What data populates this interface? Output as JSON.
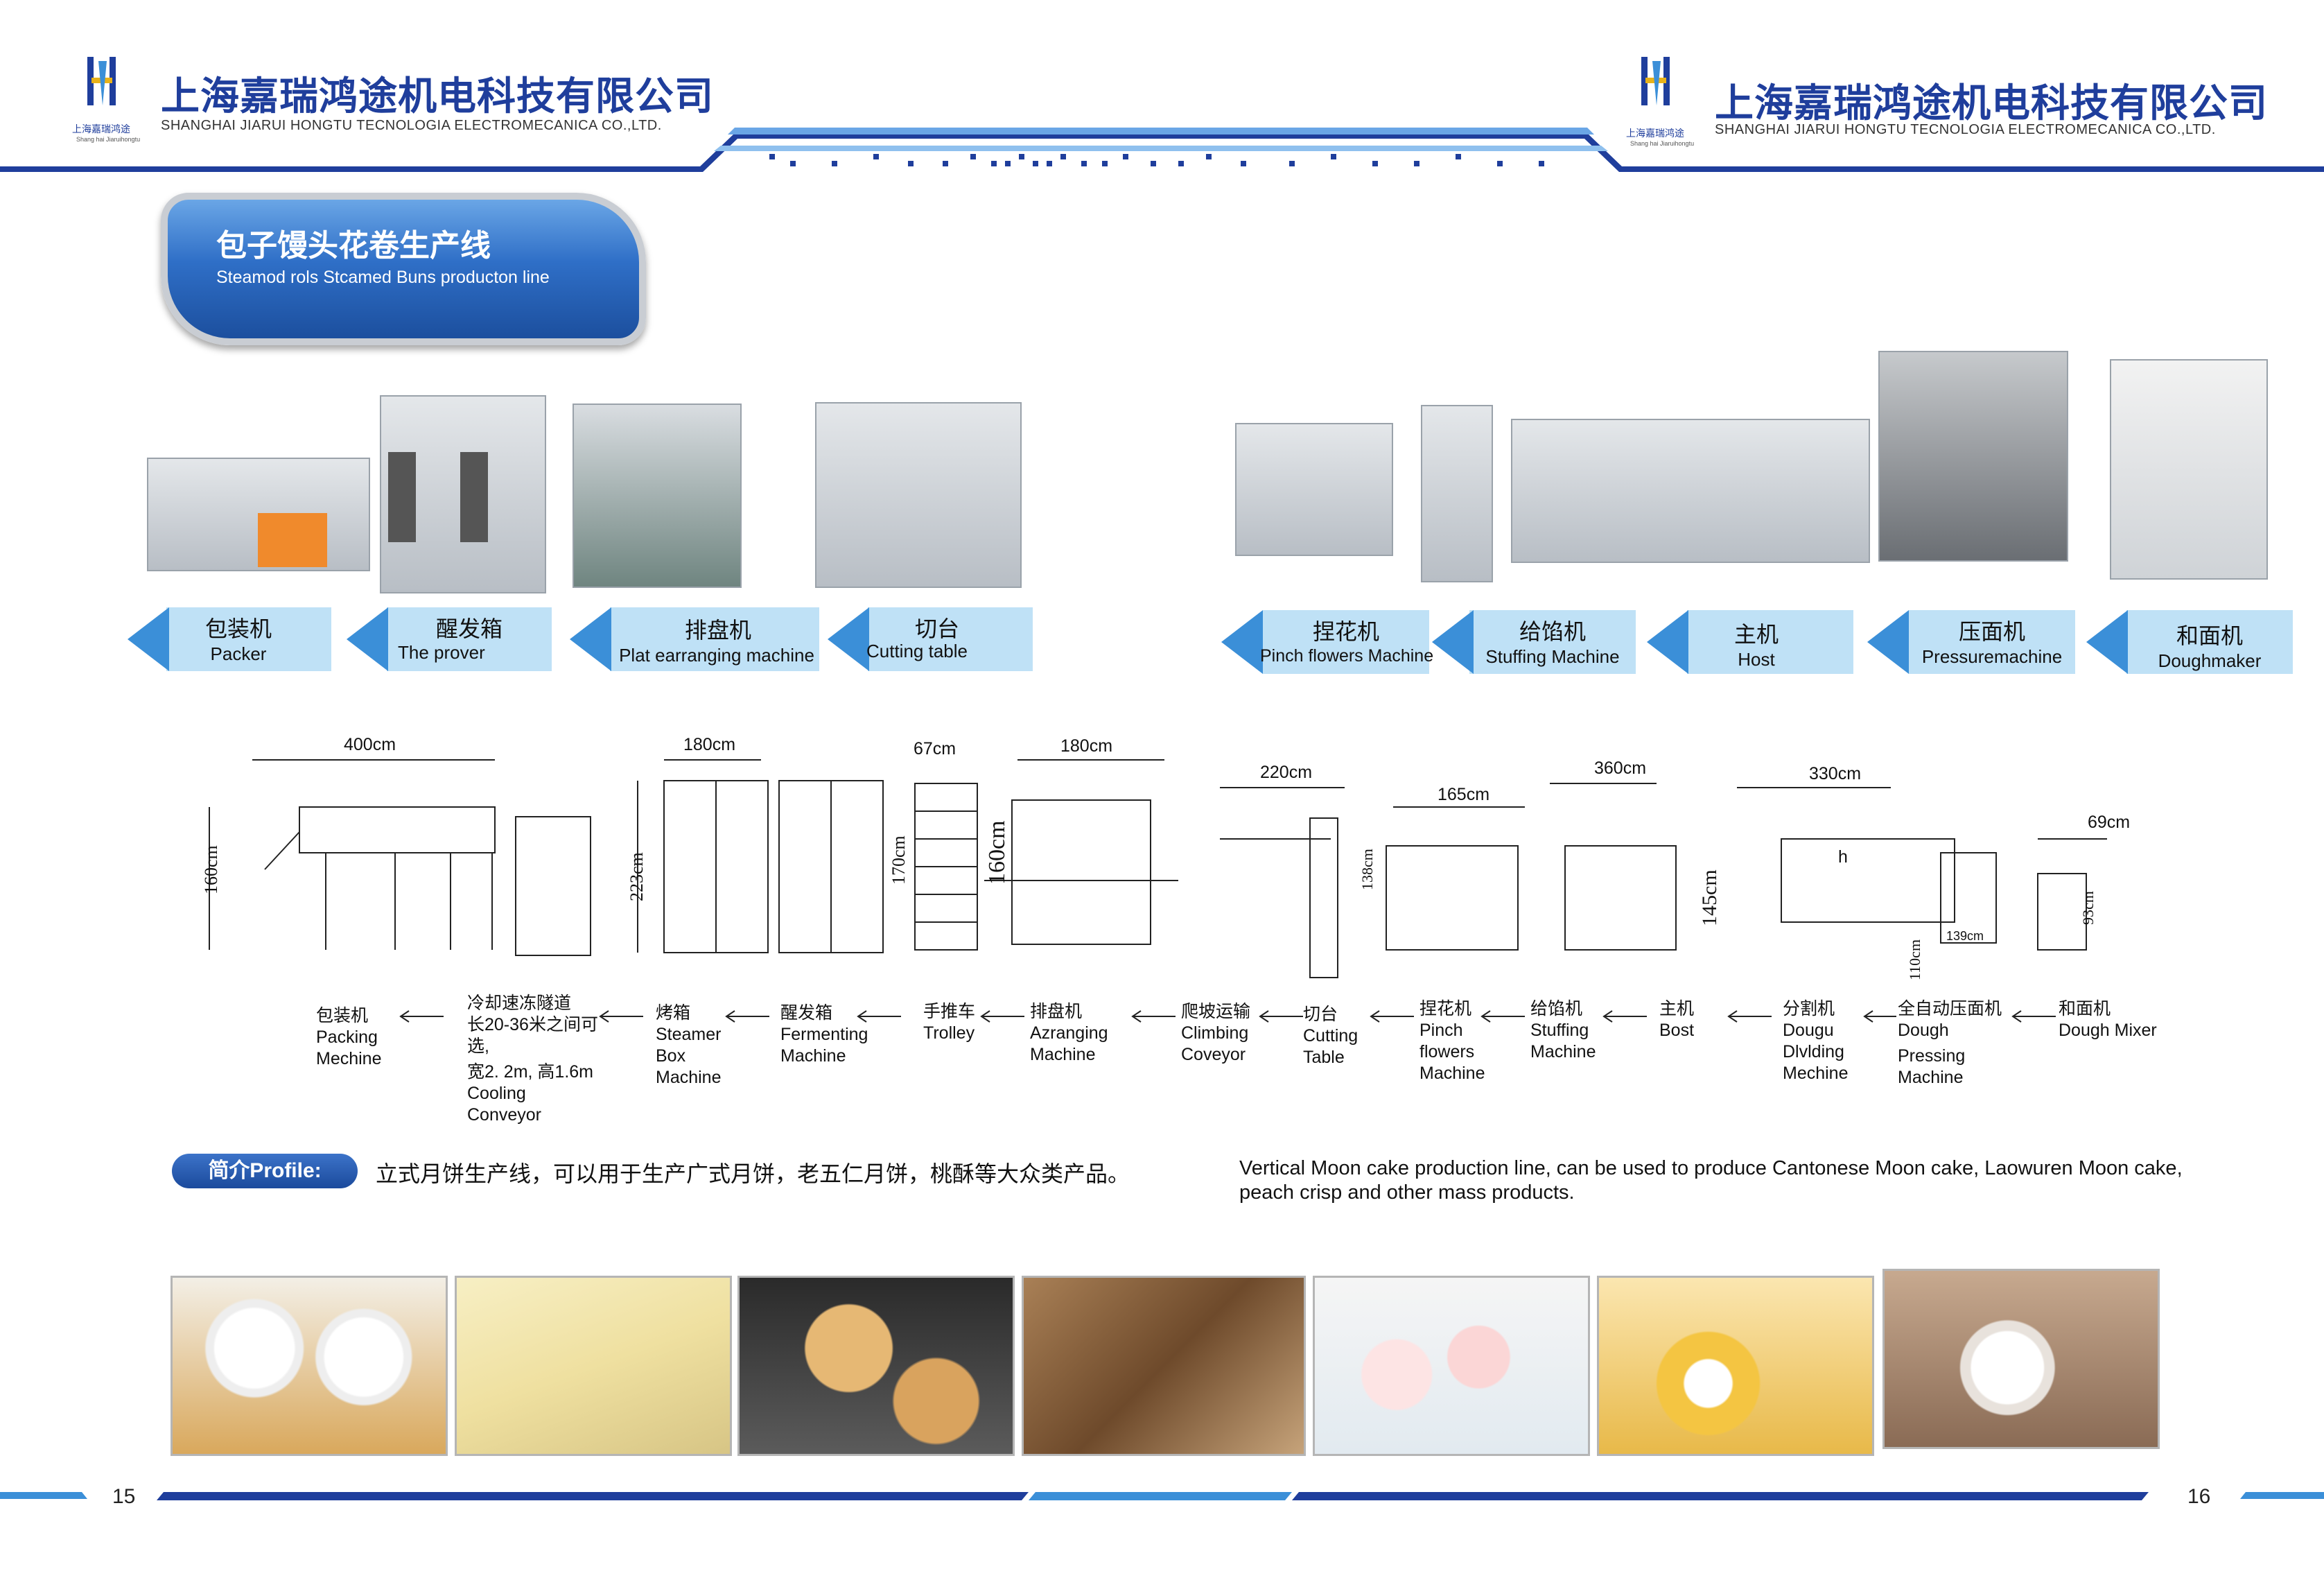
{
  "header": {
    "logo_text_cn": "上海嘉瑞鸿途",
    "logo_text_en": "Shang hai Jiaruihongtu",
    "company_cn": "上海嘉瑞鸿途机电科技有限公司",
    "company_en": "SHANGHAI JIARUI HONGTU TECNOLOGIA ELECTROMECANICA CO.,LTD."
  },
  "section": {
    "title_cn": "包子馒头花卷生产线",
    "title_en": "Steamod rols Stcamed Buns producton line"
  },
  "machines_left": [
    {
      "cn": "包装机",
      "en": "Packer"
    },
    {
      "cn": "醒发箱",
      "en": "The prover"
    },
    {
      "cn": "排盘机",
      "en": "Plat earranging machine"
    },
    {
      "cn": "切台",
      "en": "Cutting table"
    }
  ],
  "machines_right": [
    {
      "cn": "捏花机",
      "en": "Pinch flowers Machine"
    },
    {
      "cn": "给馅机",
      "en": "Stuffing Machine"
    },
    {
      "cn": "主机",
      "en": "Host"
    },
    {
      "cn": "压面机",
      "en": "Pressuremachine"
    },
    {
      "cn": "和面机",
      "en": "Doughmaker"
    }
  ],
  "dimensions": {
    "packer_w": "400cm",
    "packer_h": "160cm",
    "prover_w": "180cm",
    "prover_h": "223cm",
    "trolley_w": "67cm",
    "trolley_h": "170cm",
    "arranger_w": "180cm",
    "arranger_h": "160cm",
    "cutting_w": "220cm",
    "cutting_h": "138cm",
    "pinch_w": "165cm",
    "host_w": "360cm",
    "host_h": "145cm",
    "divider_w": "330cm",
    "divider_h": "110cm",
    "divider_mark": "h",
    "press_w": "139cm",
    "mixer_w": "69cm",
    "mixer_h": "93cm"
  },
  "flow": [
    {
      "lines": [
        "包装机",
        "Packing",
        "Mechine"
      ]
    },
    {
      "lines": [
        "冷却速冻隧道",
        "长20-36米之间可",
        "选,",
        "宽2. 2m, 高1.6m",
        "Cooling",
        "Conveyor"
      ]
    },
    {
      "lines": [
        "烤箱",
        "Steamer",
        "Box",
        "Machine"
      ]
    },
    {
      "lines": [
        "醒发箱",
        "Fermenting",
        "Machine"
      ]
    },
    {
      "lines": [
        "手推车",
        "Trolley"
      ]
    },
    {
      "lines": [
        "排盘机",
        "Azranging",
        "Machine"
      ]
    },
    {
      "lines": [
        "爬坡运输",
        "Climbing",
        "Coveyor"
      ]
    },
    {
      "lines": [
        "切台",
        "Cutting",
        "Table"
      ]
    },
    {
      "lines": [
        "捏花机",
        "Pinch",
        "flowers",
        "Machine"
      ]
    },
    {
      "lines": [
        "给馅机",
        "Stuffing",
        "Machine"
      ]
    },
    {
      "lines": [
        "主机",
        "Bost"
      ]
    },
    {
      "lines": [
        "分割机",
        "Dougu",
        "Dlvlding",
        "Mechine"
      ]
    },
    {
      "lines": [
        "全自动压面机",
        "Dough",
        "Pressing",
        "Machine"
      ]
    },
    {
      "lines": [
        "和面机",
        "Dough Mixer"
      ]
    }
  ],
  "profile": {
    "badge": "简介Profile:",
    "text_cn": "立式月饼生产线，可以用于生产广式月饼，老五仁月饼，桃酥等大众类产品。",
    "text_en": "Vertical Moon cake production line, can be used to produce Cantonese Moon cake, Laowuren Moon cake, peach crisp and other mass products."
  },
  "pages": {
    "left": "15",
    "right": "16"
  },
  "colors": {
    "brand_blue": "#1f3e9c",
    "label_bg": "#bfe1f6",
    "chevron": "#3b8fd8",
    "gold": "#e8b21a"
  }
}
